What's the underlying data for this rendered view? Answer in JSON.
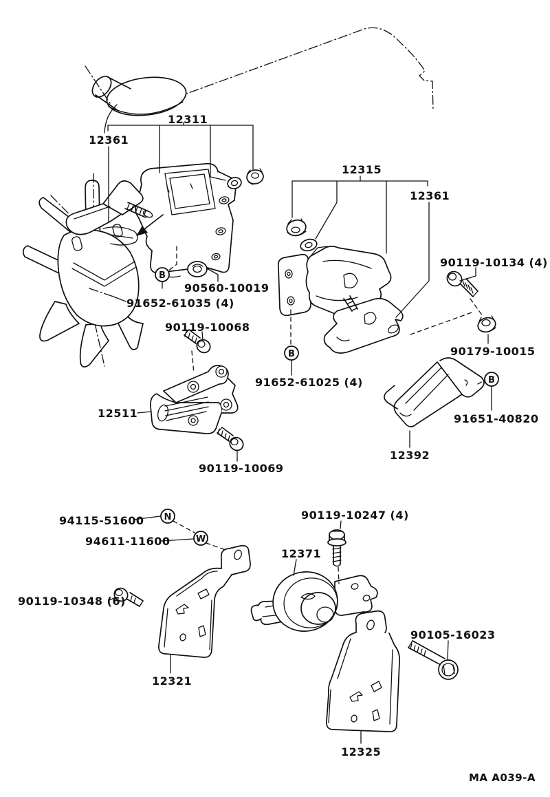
{
  "figure_code": "MA A039-A",
  "parts": {
    "p12311": "12311",
    "p12361L": "12361",
    "p12315": "12315",
    "p12361R": "12361",
    "p90119_10134": "90119-10134 (4)",
    "p90560_10019": "90560-10019",
    "p91652_61035": "91652-61035 (4)",
    "p90119_10068": "90119-10068",
    "p90179_10015": "90179-10015",
    "p91652_61025": "91652-61025 (4)",
    "p12511": "12511",
    "p91651_40820": "91651-40820",
    "p12392": "12392",
    "p90119_10069": "90119-10069",
    "p94115_51600": "94115-51600",
    "p94611_11600": "94611-11600",
    "p90119_10247": "90119-10247 (4)",
    "p12371": "12371",
    "p90119_10348": "90119-10348 (6)",
    "p12321": "12321",
    "p90105_16023": "90105-16023",
    "p12325": "12325"
  },
  "markers": {
    "b1": "B",
    "b2": "B",
    "b3": "B",
    "n": "N",
    "w": "W"
  }
}
